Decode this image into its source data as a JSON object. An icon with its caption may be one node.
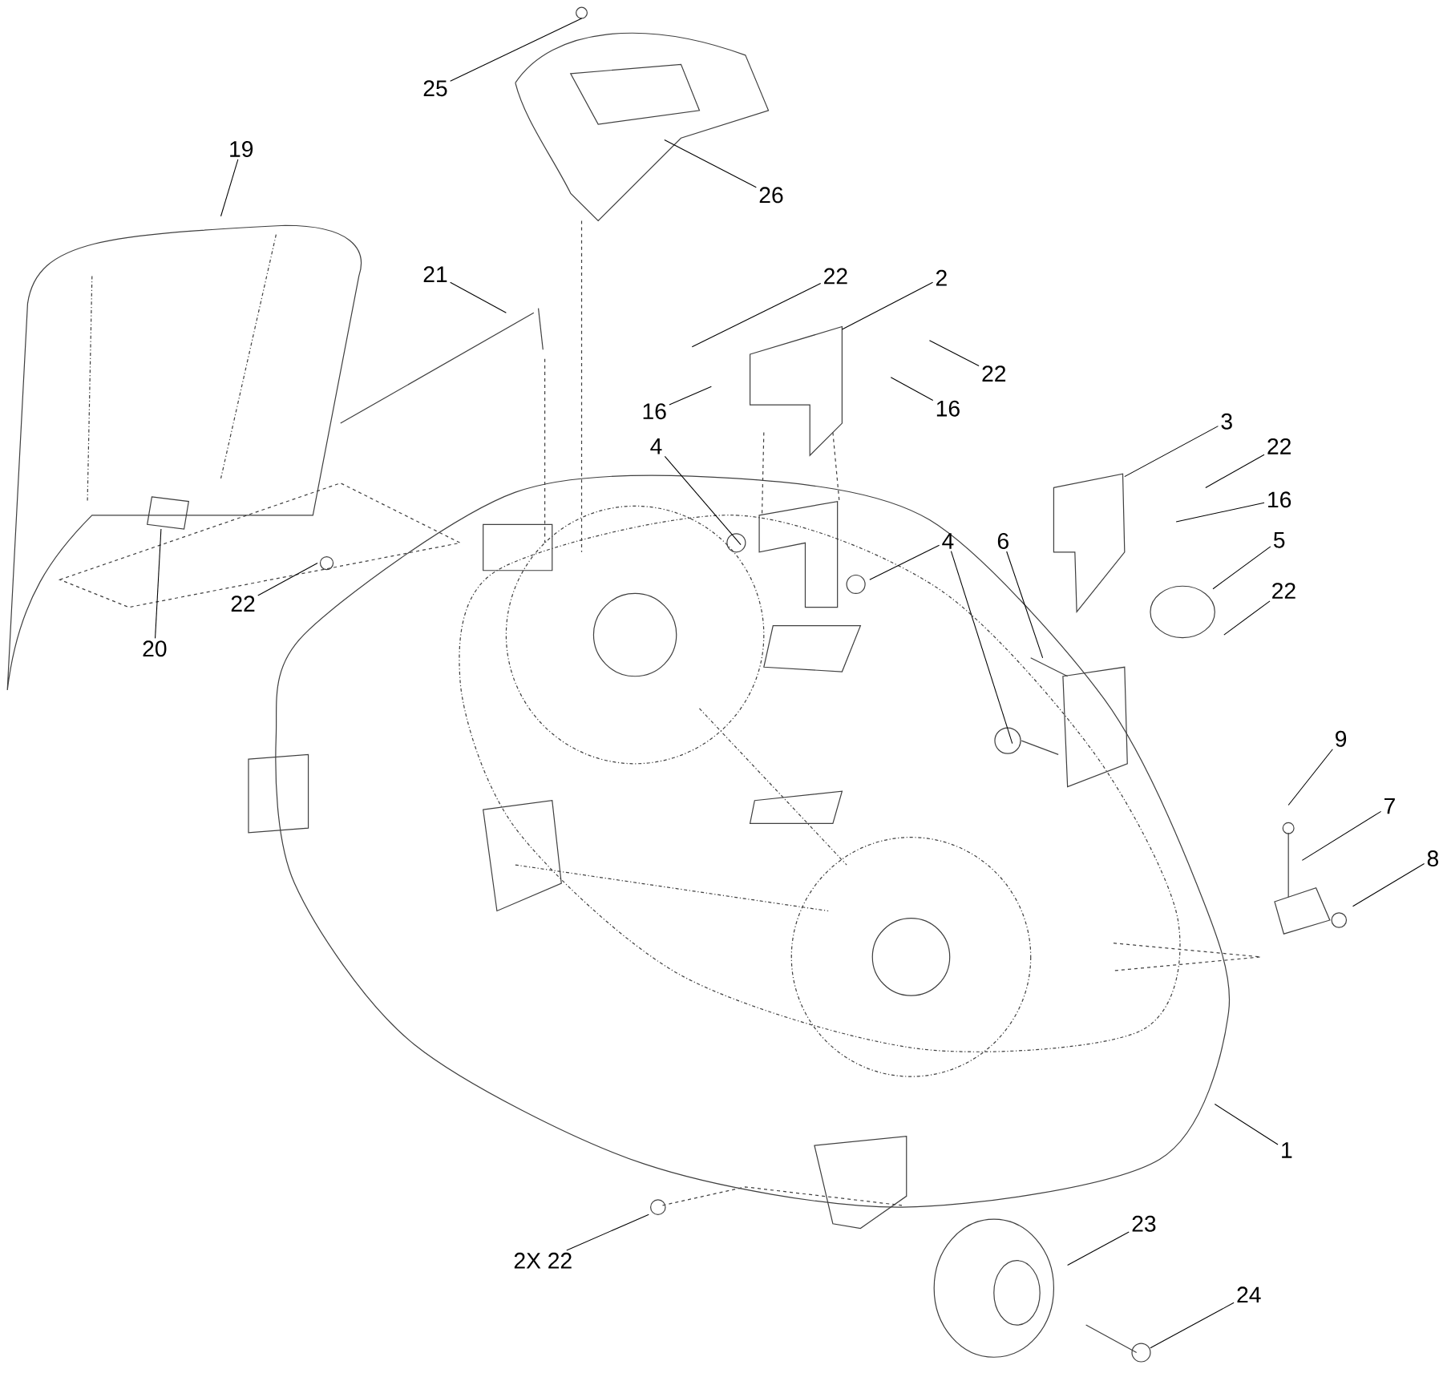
{
  "diagram": {
    "nodes": [
      {
        "text": [
          "25"
        ]
      },
      {
        "text": [
          "26"
        ]
      },
      {
        "text": [
          "19"
        ]
      },
      {
        "text": [
          "21"
        ]
      },
      {
        "text": [
          "22"
        ]
      },
      {
        "text": [
          "2"
        ]
      },
      {
        "text": [
          "16"
        ]
      },
      {
        "text": [
          "22"
        ]
      },
      {
        "text": [
          "16"
        ]
      },
      {
        "text": [
          "4"
        ]
      },
      {
        "text": [
          "3"
        ]
      },
      {
        "text": [
          "22"
        ]
      },
      {
        "text": [
          "16"
        ]
      },
      {
        "text": [
          "4"
        ]
      },
      {
        "text": [
          "6"
        ]
      },
      {
        "text": [
          "5"
        ]
      },
      {
        "text": [
          "22"
        ]
      },
      {
        "text": [
          "22"
        ]
      },
      {
        "text": [
          "20"
        ]
      },
      {
        "text": [
          "9"
        ]
      },
      {
        "text": [
          "7"
        ]
      },
      {
        "text": [
          "8"
        ]
      },
      {
        "text": [
          "1"
        ]
      },
      {
        "text": [
          "2X 22"
        ]
      },
      {
        "text": [
          "23"
        ]
      },
      {
        "text": [
          "24"
        ]
      }
    ],
    "edges": [
      {
        "from": 0,
        "to": null,
        "arrow": "none"
      },
      {
        "from": 1,
        "to": null,
        "arrow": "none"
      },
      {
        "from": 2,
        "to": null,
        "arrow": "none"
      },
      {
        "from": 3,
        "to": null,
        "arrow": "none"
      },
      {
        "from": 4,
        "to": null,
        "arrow": "none"
      },
      {
        "from": 5,
        "to": null,
        "arrow": "none"
      },
      {
        "from": 6,
        "to": null,
        "arrow": "none"
      },
      {
        "from": 7,
        "to": null,
        "arrow": "none"
      },
      {
        "from": 8,
        "to": null,
        "arrow": "none"
      },
      {
        "from": 9,
        "to": null,
        "arrow": "none"
      },
      {
        "from": 10,
        "to": null,
        "arrow": "none"
      },
      {
        "from": 11,
        "to": null,
        "arrow": "none"
      },
      {
        "from": 12,
        "to": null,
        "arrow": "none"
      },
      {
        "from": 13,
        "to": null,
        "arrow": "none"
      },
      {
        "from": 13,
        "to": null,
        "arrow": "none"
      },
      {
        "from": 14,
        "to": null,
        "arrow": "none"
      },
      {
        "from": 15,
        "to": null,
        "arrow": "none"
      },
      {
        "from": 16,
        "to": null,
        "arrow": "none"
      },
      {
        "from": 17,
        "to": null,
        "arrow": "none"
      },
      {
        "from": 18,
        "to": null,
        "arrow": "none"
      },
      {
        "from": 19,
        "to": null,
        "arrow": "none"
      },
      {
        "from": 20,
        "to": null,
        "arrow": "none"
      },
      {
        "from": 21,
        "to": null,
        "arrow": "none"
      },
      {
        "from": 22,
        "to": null,
        "arrow": "none"
      },
      {
        "from": 23,
        "to": null,
        "arrow": "none"
      },
      {
        "from": 24,
        "to": null,
        "arrow": "none"
      },
      {
        "from": 25,
        "to": null,
        "arrow": "none"
      }
    ]
  }
}
